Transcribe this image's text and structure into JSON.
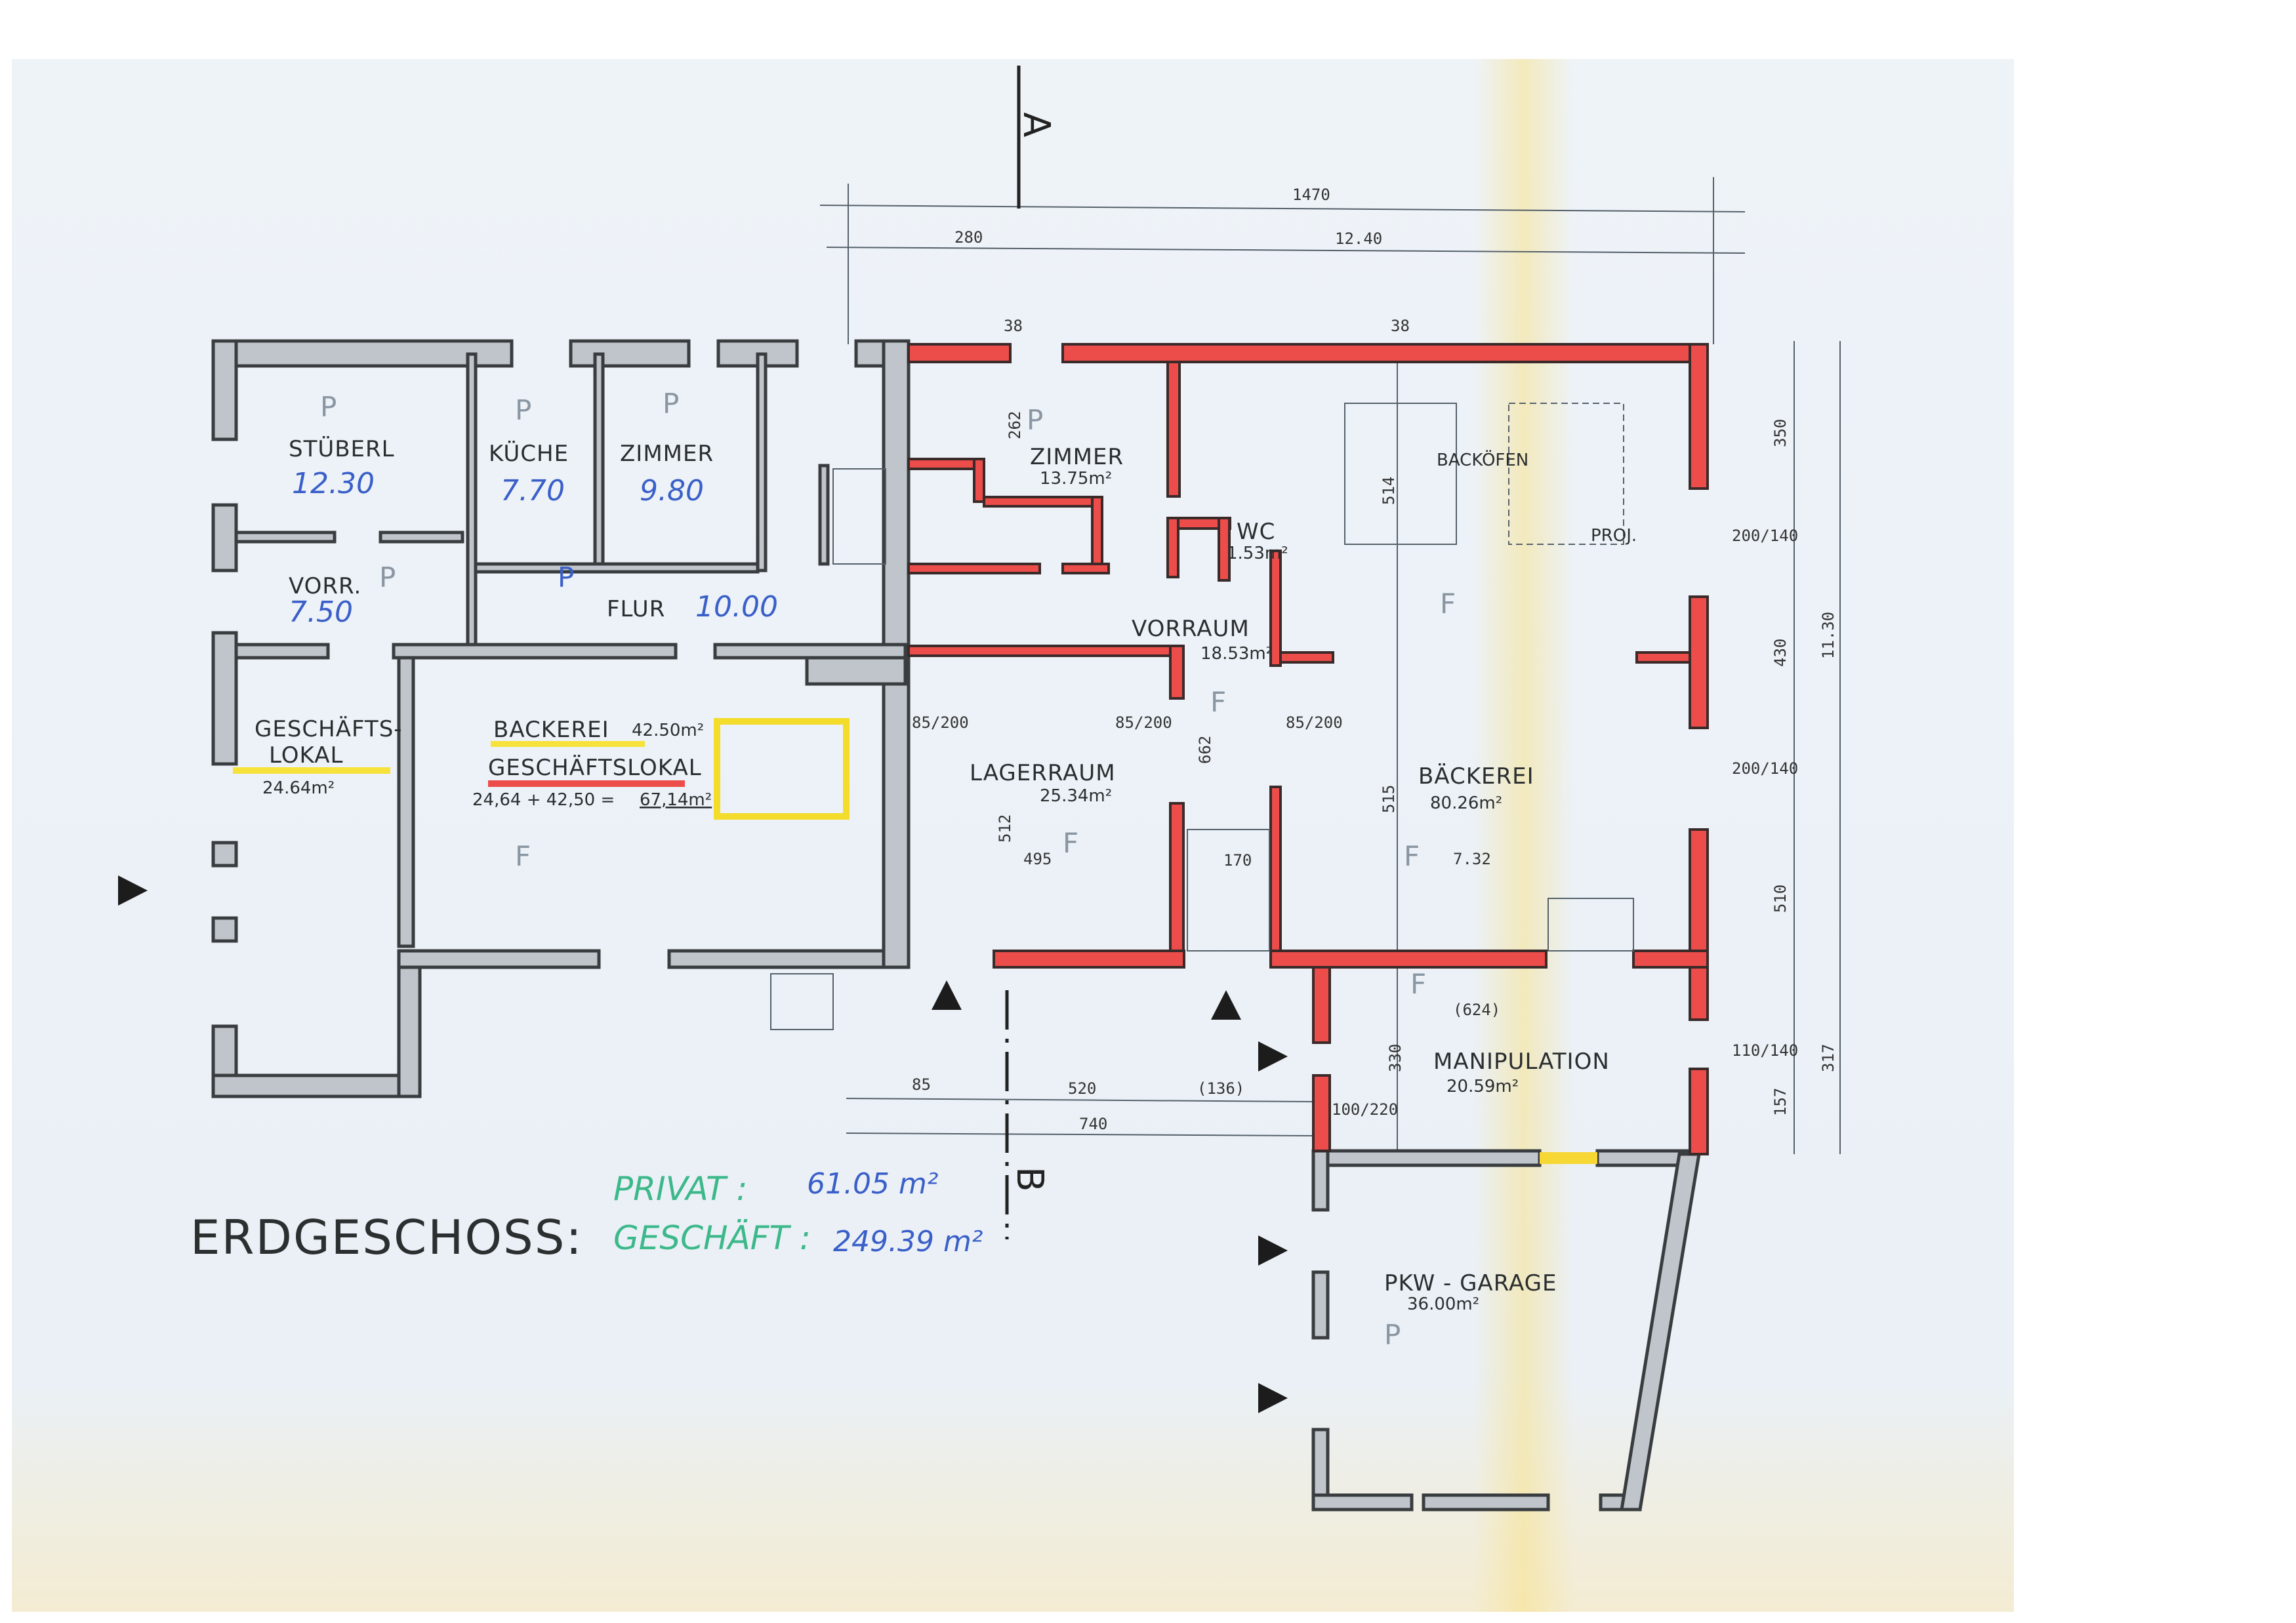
{
  "plan": {
    "title": "ERDGESCHOSS:",
    "section_a": "A",
    "section_b": "B",
    "summary": {
      "private_label": "PRIVAT :",
      "private_value": "61.05 m²",
      "business_label": "GESCHÄFT :",
      "business_value": "249.39 m²"
    }
  },
  "rooms": {
    "stueberl": {
      "name": "STÜBERL",
      "area": "12.30"
    },
    "kueche": {
      "name": "KÜCHE",
      "area": "7.70"
    },
    "zimmer_left": {
      "name": "ZIMMER",
      "area": "9.80"
    },
    "vorr": {
      "name": "VORR.",
      "area": "7.50"
    },
    "flur": {
      "name": "FLUR",
      "area": "10.00"
    },
    "geschaeftslokal": {
      "name_line1": "GESCHÄFTS-",
      "name_line2": "LOKAL",
      "area": "24.64m²"
    },
    "backerei_left": {
      "name": "BACKEREI",
      "area": "42.50m²",
      "combined_label": "GESCHÄFTSLOKAL",
      "combined_formula": "24,64 + 42,50 =",
      "combined_total": "67,14m²"
    },
    "zimmer_right": {
      "name": "ZIMMER",
      "area": "13.75m²"
    },
    "wc": {
      "name": "WC",
      "area": "1.53m²"
    },
    "vorraum": {
      "name": "VORRAUM",
      "area": "18.53m²"
    },
    "lagerraum": {
      "name": "LAGERRAUM",
      "area": "25.34m²"
    },
    "baeckerei": {
      "name": "BÄCKEREI",
      "area": "80.26m²",
      "equipment": "BACKÖFEN",
      "proj": "PROJ."
    },
    "manipulation": {
      "name": "MANIPULATION",
      "area": "20.59m²"
    },
    "garage": {
      "name": "PKW - GARAGE",
      "area": "36.00m²"
    }
  },
  "markers": {
    "p": "P",
    "f": "F"
  },
  "dimensions": {
    "top_total": "1470",
    "top_left": "280",
    "top_right": "12.40",
    "top_wall_1": "38",
    "top_wall_2": "38",
    "right_1": "350",
    "right_win_1": "200/140",
    "right_2": "430",
    "right_win_2": "200/140",
    "right_3": "510",
    "right_win_3": "110/140",
    "right_4": "157",
    "right_total": "11.30",
    "right_sub": "317",
    "bottom_85": "85",
    "bottom_520": "520",
    "bottom_136": "(136)",
    "bottom_740": "740",
    "zimmer_262": "262",
    "door_85_200_a": "85/200",
    "door_85_200_b": "85/200",
    "door_85_200_c": "85/200",
    "vorraum_662": "662",
    "lager_512": "512",
    "lager_495": "495",
    "baeck_514": "514",
    "baeck_515": "515",
    "baeck_732": "7.32",
    "stair_170": "170",
    "manip_624": "(624)",
    "manip_door": "100/220",
    "manip_330": "330"
  }
}
